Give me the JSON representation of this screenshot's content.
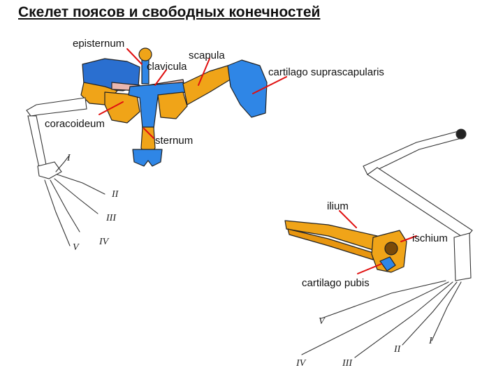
{
  "title": "Скелет поясов и свободных конечностей",
  "labels": {
    "episternum": "episternum",
    "scapula": "scapula",
    "clavicula": "clavicula",
    "cartilago_suprascapularis": "cartilago suprascapularis",
    "coracoideum": "coracoideum",
    "sternum": "sternum",
    "ilium": "ilium",
    "ischium": "ischium",
    "cartilago_pubis": "cartilago pubis"
  },
  "digits_fore": [
    "I",
    "II",
    "III",
    "IV",
    "V"
  ],
  "digits_hind": [
    "I",
    "II",
    "III",
    "IV",
    "V"
  ],
  "colors": {
    "bone": "#f0a418",
    "cartilage": "#2f86e6",
    "pointer": "#e01010",
    "outline": "#222222"
  }
}
